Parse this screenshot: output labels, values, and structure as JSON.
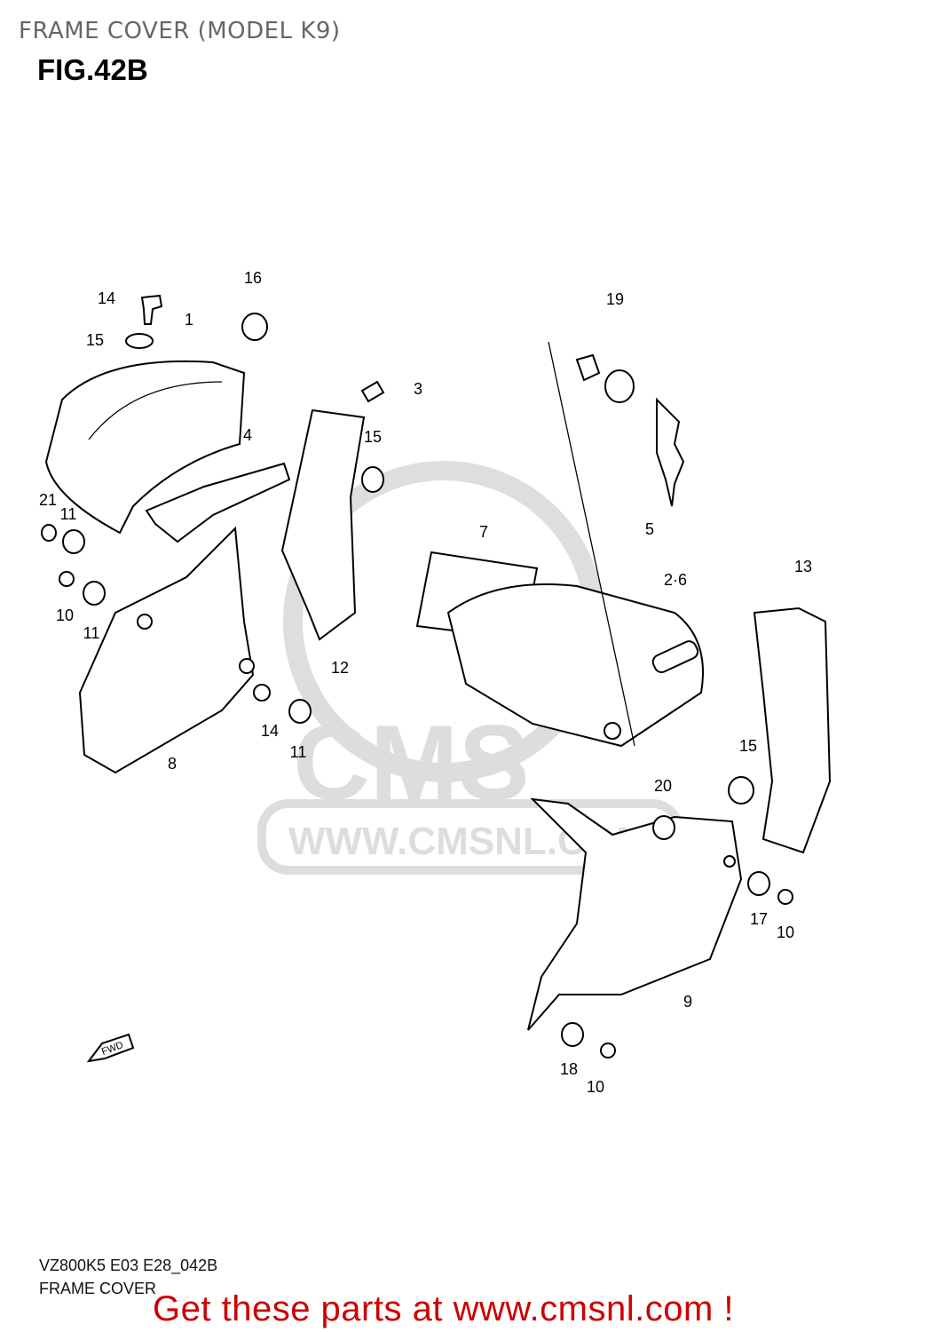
{
  "header": {
    "title": "FRAME COVER (MODEL K9)",
    "figure": "FIG.42B"
  },
  "footer": {
    "code": "VZ800K5 E03 E28_042B",
    "name": "FRAME COVER",
    "promo": "Get these parts at www.cmsnl.com !"
  },
  "watermark": {
    "logo": "CMS",
    "url": "WWW.CMSNL.COM"
  },
  "direction_arrow": "FWD",
  "callouts": [
    "14",
    "16",
    "1",
    "15",
    "19",
    "3",
    "4",
    "15",
    "21",
    "11",
    "7",
    "5",
    "13",
    "2·6",
    "10",
    "11",
    "12",
    "14",
    "11",
    "8",
    "15",
    "20",
    "17",
    "10",
    "9",
    "18",
    "10"
  ],
  "colors": {
    "promo": "#cc0000",
    "title": "#666666"
  }
}
